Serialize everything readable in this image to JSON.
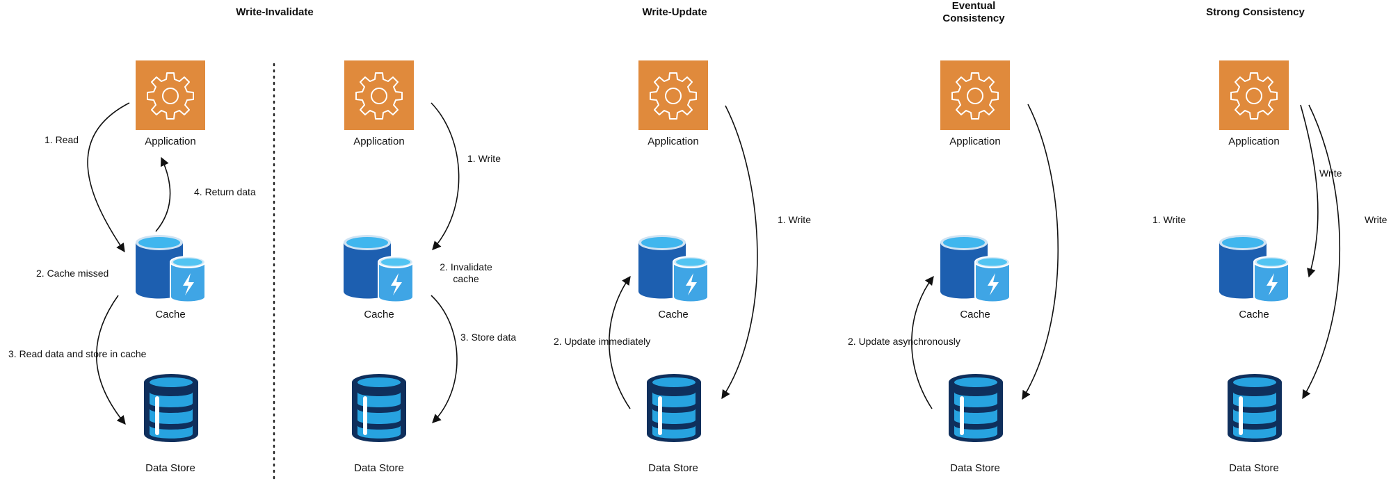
{
  "titles": {
    "write_invalidate": "Write-Invalidate",
    "write_update": "Write-Update",
    "eventual_line1": "Eventual",
    "eventual_line2": "Consistency",
    "strong": "Strong Consistency"
  },
  "node_labels": {
    "application": "Application",
    "cache": "Cache",
    "data_store": "Data Store"
  },
  "steps": {
    "wi_read": "1. Read",
    "wi_cache_missed": "2. Cache missed",
    "wi_read_store": "3. Read data and store in cache",
    "wi_return": "4. Return data",
    "wi2_write": "1. Write",
    "wi2_invalidate_line1": "2. Invalidate",
    "wi2_invalidate_line2": "cache",
    "wi2_store": "3. Store data",
    "wu_write": "1. Write",
    "wu_update": "2. Update immediately",
    "ec_update": "2. Update asynchronously",
    "sc_write_step": "1. Write",
    "sc_write_cache": "Write",
    "sc_write_store": "Write"
  },
  "colors": {
    "app_bg": "#E08A3C",
    "cache_dark": "#1D5FB0",
    "cache_light": "#2A8FDD",
    "store_navy": "#0F2F5C",
    "store_cyan": "#27A3E0",
    "arrow": "#111111"
  },
  "icons": [
    "gear-icon",
    "cache-icon",
    "database-icon",
    "lightning-icon"
  ]
}
